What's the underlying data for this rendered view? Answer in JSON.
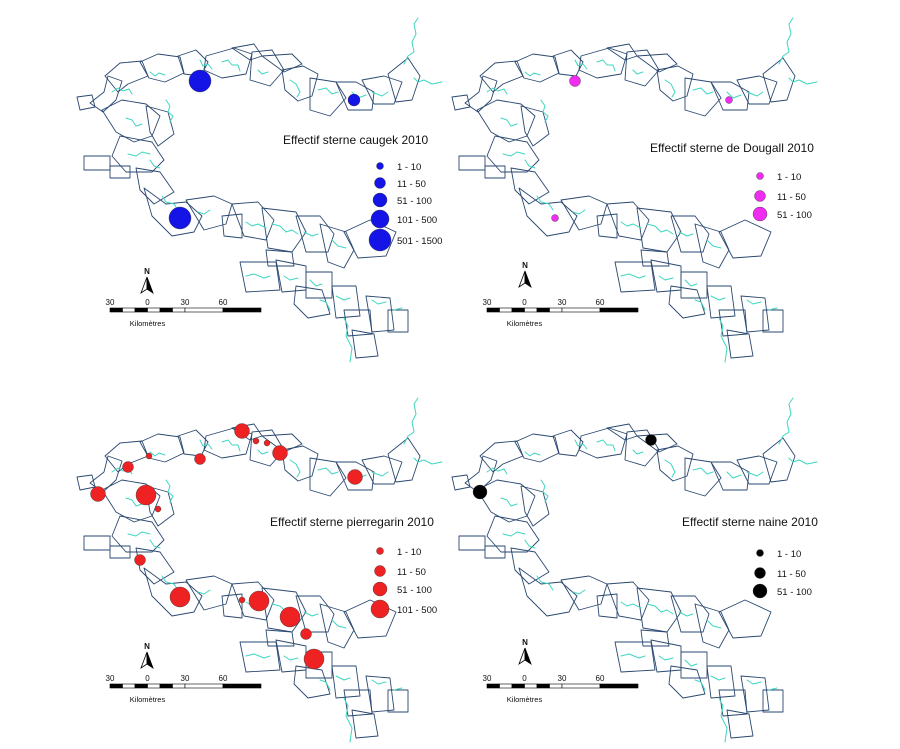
{
  "panels": [
    {
      "id": "caugek",
      "title": "Effectif sterne caugek 2010",
      "color": "#1414e6",
      "classes": [
        "1 - 10",
        "11 - 50",
        "51 - 100",
        "101 - 500",
        "501 - 1500"
      ],
      "symbols": [
        {
          "site": "north-central",
          "class": "101 - 500"
        },
        {
          "site": "north-east",
          "class": "11 - 50"
        },
        {
          "site": "south-west",
          "class": "101 - 500"
        }
      ],
      "scale": {
        "ticks": [
          "30",
          "0",
          "30",
          "60"
        ],
        "unit": "Kilomètres"
      },
      "north": "N"
    },
    {
      "id": "dougall",
      "title": "Effectif sterne de Dougall 2010",
      "color": "#f02cf0",
      "classes": [
        "1 - 10",
        "11 - 50",
        "51 - 100"
      ],
      "symbols": [
        {
          "site": "north-central",
          "class": "11 - 50"
        },
        {
          "site": "north-east",
          "class": "1 - 10"
        },
        {
          "site": "south-west",
          "class": "1 - 10"
        }
      ],
      "scale": {
        "ticks": [
          "30",
          "0",
          "30",
          "60"
        ],
        "unit": "Kilomètres"
      },
      "north": "N"
    },
    {
      "id": "pierregarin",
      "title": "Effectif sterne pierregarin 2010",
      "color": "#ee2222",
      "classes": [
        "1 - 10",
        "11 - 50",
        "51 - 100",
        "101 - 500"
      ],
      "symbols": [
        {
          "site": "north-1",
          "class": "11 - 50"
        },
        {
          "site": "north-2",
          "class": "1 - 10"
        },
        {
          "site": "north-3",
          "class": "11 - 50"
        },
        {
          "site": "north-4",
          "class": "51 - 100"
        },
        {
          "site": "north-5",
          "class": "1 - 10"
        },
        {
          "site": "north-6",
          "class": "1 - 10"
        },
        {
          "site": "north-7",
          "class": "51 - 100"
        },
        {
          "site": "north-east",
          "class": "51 - 100"
        },
        {
          "site": "west-1",
          "class": "51 - 100"
        },
        {
          "site": "west-2",
          "class": "101 - 500"
        },
        {
          "site": "west-3",
          "class": "1 - 10"
        },
        {
          "site": "west-4",
          "class": "11 - 50"
        },
        {
          "site": "south-1",
          "class": "101 - 500"
        },
        {
          "site": "south-2",
          "class": "1 - 10"
        },
        {
          "site": "south-3",
          "class": "101 - 500"
        },
        {
          "site": "south-4",
          "class": "101 - 500"
        },
        {
          "site": "south-5",
          "class": "11 - 50"
        },
        {
          "site": "south-6",
          "class": "101 - 500"
        }
      ],
      "scale": {
        "ticks": [
          "30",
          "0",
          "30",
          "60"
        ],
        "unit": "Kilomètres"
      },
      "north": "N"
    },
    {
      "id": "naine",
      "title": "Effectif sterne naine 2010",
      "color": "#000000",
      "classes": [
        "1 - 10",
        "11 - 50",
        "51 - 100"
      ],
      "symbols": [
        {
          "site": "north-central",
          "class": "11 - 50"
        },
        {
          "site": "west",
          "class": "51 - 100"
        }
      ],
      "scale": {
        "ticks": [
          "30",
          "0",
          "30",
          "60"
        ],
        "unit": "Kilomètres"
      },
      "north": "N"
    }
  ],
  "colors": {
    "outline": "#2a4870",
    "rivers": "#3ed6c0"
  }
}
